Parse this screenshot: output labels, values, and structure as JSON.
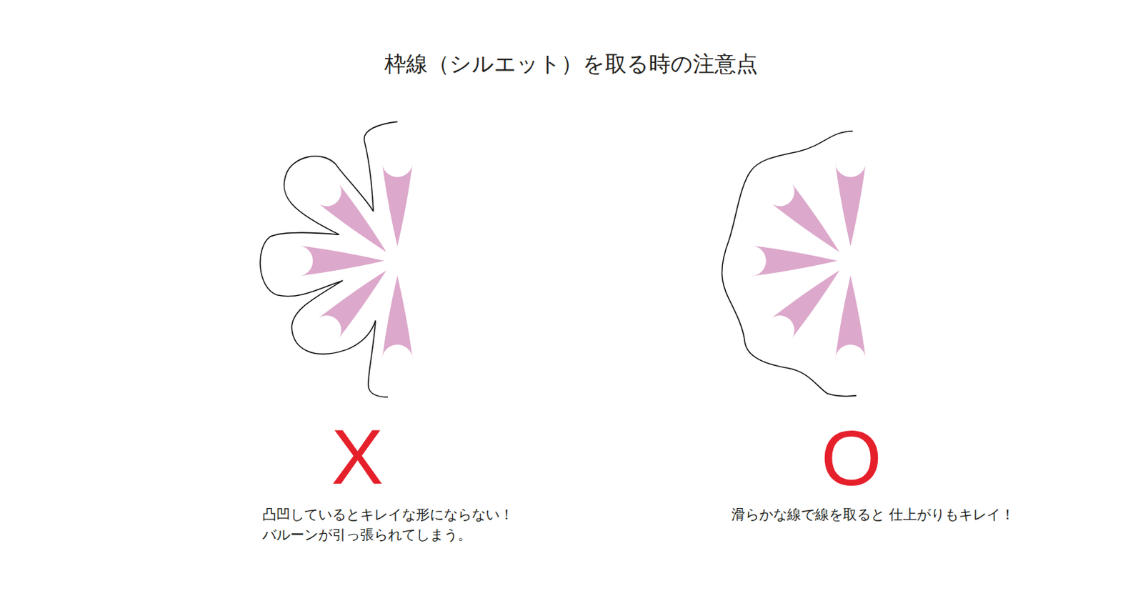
{
  "diagram": {
    "title": "枠線（シルエット）を取る時の注意点",
    "labels": [
      "X",
      "凸凹しているとキレイな形にならない！ バルーンが引っ張られてしまう。",
      "O",
      "滑らかな線で線を取ると 仕上がりもキレイ！"
    ]
  }
}
